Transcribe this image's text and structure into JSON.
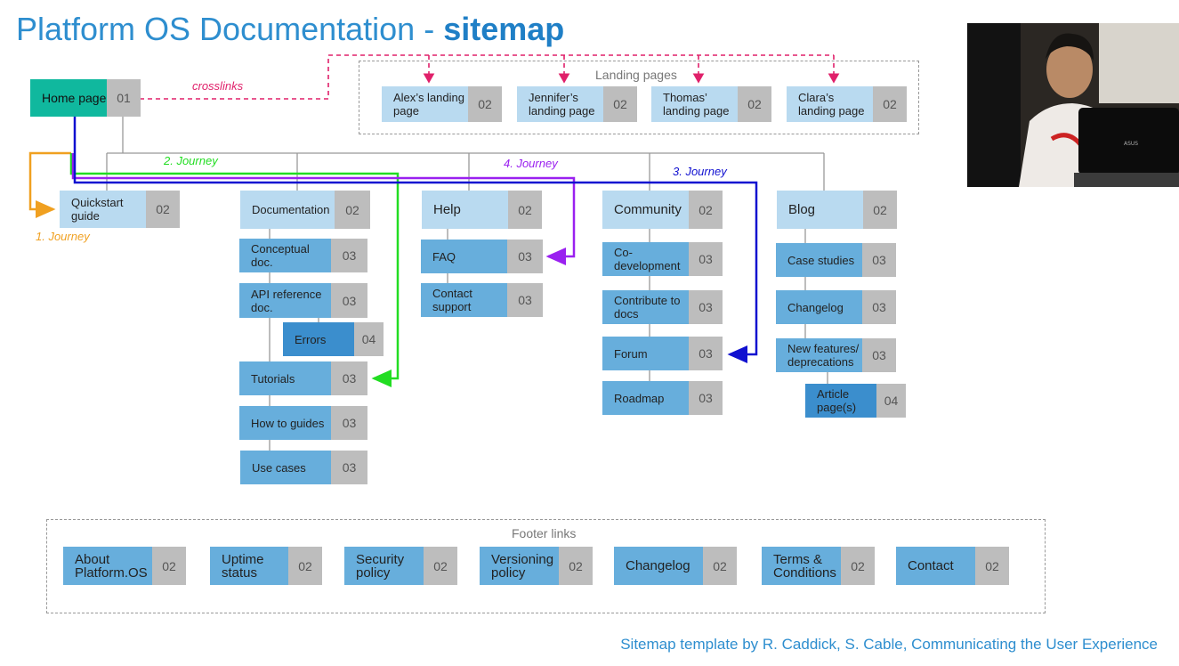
{
  "title": {
    "main": "Platform OS Documentation - ",
    "bold": "sitemap"
  },
  "crosslinks_label": "crosslinks",
  "home": {
    "label": "Home page",
    "num": "01"
  },
  "landing": {
    "title": "Landing pages",
    "items": [
      {
        "label": "Alex’s landing page",
        "num": "02"
      },
      {
        "label": "Jennifer’s landing page",
        "num": "02"
      },
      {
        "label": "Thomas’ landing page",
        "num": "02"
      },
      {
        "label": "Clara’s landing page",
        "num": "02"
      }
    ]
  },
  "sections": {
    "quickstart": {
      "label": "Quickstart guide",
      "num": "02"
    },
    "documentation": {
      "label": "Documentation",
      "num": "02",
      "children": [
        {
          "label": "Conceptual doc.",
          "num": "03"
        },
        {
          "label": "API reference doc.",
          "num": "03"
        },
        {
          "label": "Errors",
          "num": "04"
        },
        {
          "label": "Tutorials",
          "num": "03"
        },
        {
          "label": "How to guides",
          "num": "03"
        },
        {
          "label": "Use cases",
          "num": "03"
        }
      ]
    },
    "help": {
      "label": "Help",
      "num": "02",
      "children": [
        {
          "label": "FAQ",
          "num": "03"
        },
        {
          "label": "Contact support",
          "num": "03"
        }
      ]
    },
    "community": {
      "label": "Community",
      "num": "02",
      "children": [
        {
          "label": "Co-development",
          "num": "03"
        },
        {
          "label": "Contribute to docs",
          "num": "03"
        },
        {
          "label": "Forum",
          "num": "03"
        },
        {
          "label": "Roadmap",
          "num": "03"
        }
      ]
    },
    "blog": {
      "label": "Blog",
      "num": "02",
      "children": [
        {
          "label": "Case studies",
          "num": "03"
        },
        {
          "label": "Changelog",
          "num": "03"
        },
        {
          "label": "New features/ deprecations",
          "num": "03"
        },
        {
          "label": "Article page(s)",
          "num": "04"
        }
      ]
    }
  },
  "journeys": [
    {
      "label": "1. Journey",
      "color": "#f0a020"
    },
    {
      "label": "2. Journey",
      "color": "#22dd22"
    },
    {
      "label": "3. Journey",
      "color": "#1010d0"
    },
    {
      "label": "4. Journey",
      "color": "#9a20f0"
    }
  ],
  "colors": {
    "crosslink": "#e0206a",
    "connector": "#999999",
    "title": "#2e8ecf",
    "teal": "#10b89e"
  },
  "footer": {
    "title": "Footer links",
    "items": [
      {
        "label": "About Platform.OS",
        "num": "02"
      },
      {
        "label": "Uptime status",
        "num": "02"
      },
      {
        "label": "Security policy",
        "num": "02"
      },
      {
        "label": "Versioning policy",
        "num": "02"
      },
      {
        "label": "Changelog",
        "num": "02"
      },
      {
        "label": "Terms & Conditions",
        "num": "02"
      },
      {
        "label": "Contact",
        "num": "02"
      }
    ]
  },
  "photo_icon": "person-at-laptop-photo",
  "credit": "Sitemap template by R. Caddick, S. Cable, Communicating the User Experience"
}
